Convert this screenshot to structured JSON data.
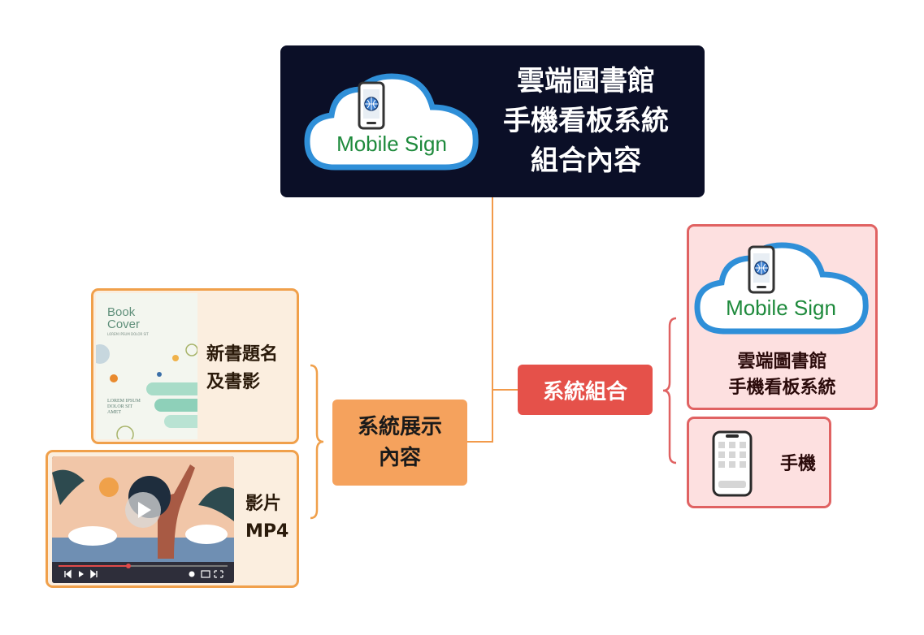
{
  "root": {
    "logo_text": "Mobile Sign",
    "title_lines": [
      "雲端圖書館",
      "手機看板系統",
      "組合內容"
    ]
  },
  "display_node": {
    "lines": [
      "系統展示",
      "內容"
    ]
  },
  "combo_node": {
    "label": "系統組合"
  },
  "book_card": {
    "label_lines": [
      "新書題名",
      "及書影"
    ],
    "cover_title_lines": [
      "Book",
      "Cover"
    ],
    "cover_subtitle": "LOREM IPSUM DOLOR SIT",
    "cover_body_lines": [
      "LOREM IPSUM",
      "DOLOR SIT",
      "AMET"
    ]
  },
  "video_card": {
    "label_lines": [
      "影片",
      "MP4"
    ]
  },
  "sign_card": {
    "logo_text": "Mobile Sign",
    "label_lines": [
      "雲端圖書館",
      "手機看板系統"
    ]
  },
  "phone_card": {
    "label": "手機"
  },
  "colors": {
    "root_bg": "#0b0f27",
    "cloud_blue": "#2f8fd8",
    "logo_green": "#1e8a3c",
    "orange_node": "#f5a25d",
    "red_node": "#e5514a"
  }
}
